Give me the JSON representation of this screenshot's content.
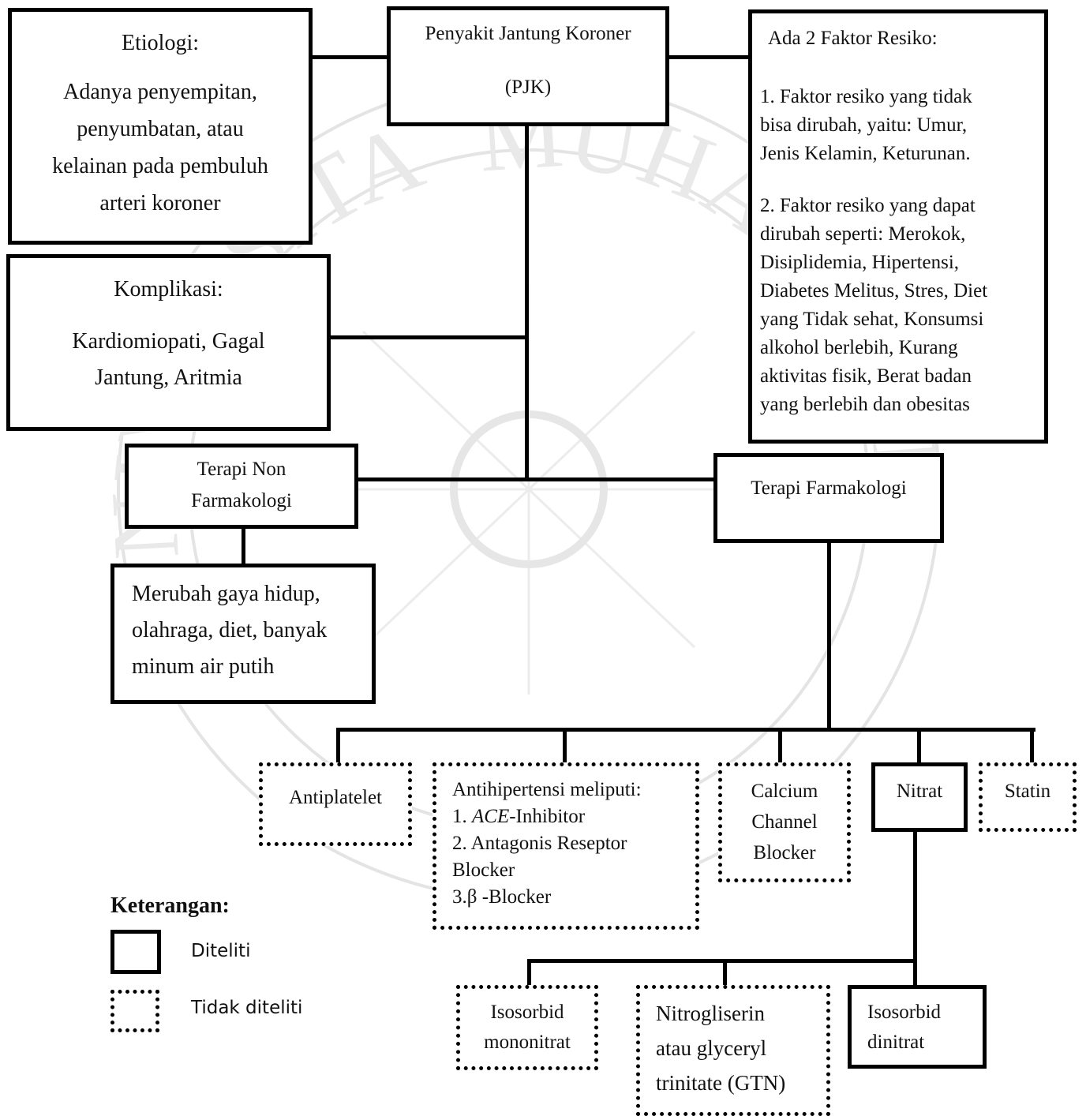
{
  "watermark": {
    "arc_text_left": "UNIVERSITAS",
    "arc_text_top": "MUHAMMADIYAH"
  },
  "pjk": {
    "line1": "Penyakit Jantung Koroner",
    "line2": "(PJK)"
  },
  "etiologi": {
    "title": "Etiologi:",
    "body": [
      "Adanya penyempitan,",
      "penyumbatan, atau",
      "kelainan pada pembuluh",
      "arteri koroner"
    ]
  },
  "faktor": {
    "title": "Ada 2 Faktor Resiko:",
    "item1": [
      "1. Faktor resiko yang tidak",
      "bisa dirubah, yaitu: Umur,",
      "Jenis Kelamin, Keturunan."
    ],
    "item2": [
      "2. Faktor resiko yang dapat",
      "dirubah seperti: Merokok,",
      "Disiplidemia, Hipertensi,",
      "Diabetes Melitus, Stres, Diet",
      "yang Tidak sehat, Konsumsi",
      "alkohol berlebih, Kurang",
      "aktivitas fisik, Berat badan",
      "yang berlebih dan obesitas"
    ]
  },
  "komplikasi": {
    "title": "Komplikasi:",
    "body": [
      "Kardiomiopati, Gagal",
      "Jantung, Aritmia"
    ]
  },
  "non_farmakologi": {
    "title": [
      "Terapi Non",
      "Farmakologi"
    ],
    "detail": [
      "Merubah gaya hidup,",
      "olahraga, diet, banyak",
      "minum air putih"
    ]
  },
  "farmakologi": {
    "title": "Terapi Farmakologi"
  },
  "drugs": {
    "antiplatelet": "Antiplatelet",
    "antihipertensi": {
      "title": "Antihipertensi meliputi:",
      "item1_prefix": "1. ",
      "item1_italic": "ACE",
      "item1_suffix": "-Inhibitor",
      "item2": [
        "2. Antagonis Reseptor",
        "Blocker"
      ],
      "item3": "3.β -Blocker"
    },
    "ccb": [
      "Calcium",
      "Channel",
      "Blocker"
    ],
    "nitrat": "Nitrat",
    "statin": "Statin"
  },
  "nitrat_types": {
    "mononitrat": [
      "Isosorbid",
      "mononitrat"
    ],
    "gtn": [
      "Nitrogliserin",
      "atau glyceryl",
      "trinitate (GTN)"
    ],
    "dinitrat": [
      "Isosorbid",
      "dinitrat"
    ]
  },
  "legend": {
    "title": "Keterangan:",
    "solid_label": "Diteliti",
    "dotted_label": "Tidak diteliti"
  }
}
